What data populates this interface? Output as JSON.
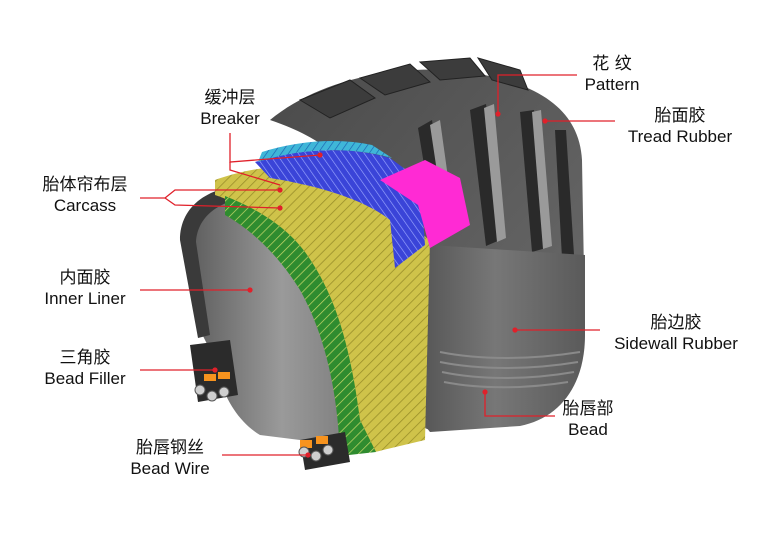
{
  "colors": {
    "leader": "#e0202a",
    "tread": "#5c5c5c",
    "sidewall": "#6a6a6a",
    "inner": "#7a7a7a",
    "carcass_yellow": "#cfc34a",
    "carcass_green": "#2f8c2f",
    "breaker_blue": "#3a44d8",
    "breaker_cyan": "#3fb6d8",
    "belt_magenta": "#ff2ad4",
    "bead_orange": "#f7931e"
  },
  "labels": [
    {
      "id": "pattern",
      "cn": "花  纹",
      "en": "Pattern"
    },
    {
      "id": "tread-rubber",
      "cn": "胎面胶",
      "en": "Tread Rubber"
    },
    {
      "id": "breaker",
      "cn": "缓冲层",
      "en": "Breaker"
    },
    {
      "id": "carcass",
      "cn": "胎体帘布层",
      "en": "Carcass"
    },
    {
      "id": "inner-liner",
      "cn": "内面胶",
      "en": "Inner Liner"
    },
    {
      "id": "bead-filler",
      "cn": "三角胶",
      "en": "Bead Filler"
    },
    {
      "id": "bead-wire",
      "cn": "胎唇钢丝",
      "en": "Bead Wire"
    },
    {
      "id": "sidewall-rubber",
      "cn": "胎边胶",
      "en": "Sidewall Rubber"
    },
    {
      "id": "bead",
      "cn": "胎唇部",
      "en": "Bead"
    }
  ]
}
